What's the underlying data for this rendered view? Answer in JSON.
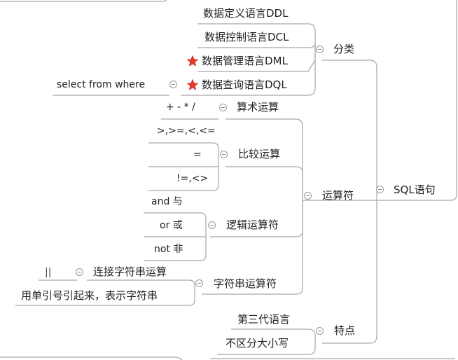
{
  "root": {
    "label": "SQL语句"
  },
  "branches": {
    "fenlei": {
      "label": "分类",
      "items": [
        {
          "label": "数据定义语言DDL"
        },
        {
          "label": "数据控制语言DCL"
        },
        {
          "label": "数据管理语言DML",
          "marker": "star"
        },
        {
          "label": "数据查询语言DQL",
          "marker": "star",
          "child": "select  from  where"
        }
      ]
    },
    "yunsuanfu": {
      "label": "运算符",
      "groups": [
        {
          "label": "算术运算",
          "items": [
            "+ - * /"
          ]
        },
        {
          "label": "比较运算",
          "items": [
            ">,>=,<,<=",
            "=",
            "!=,<>"
          ]
        },
        {
          "label": "逻辑运算符",
          "items": [
            "and  与",
            "or  或",
            "not  非"
          ]
        },
        {
          "label": "字符串运算符",
          "sub": {
            "label": "连接字符串运算",
            "item": "||"
          },
          "items": [
            "用单引号引起来，表示字符串"
          ]
        }
      ]
    },
    "tedian": {
      "label": "特点",
      "items": [
        {
          "label": "第三代语言"
        },
        {
          "label": "不区分大小写"
        }
      ]
    }
  }
}
